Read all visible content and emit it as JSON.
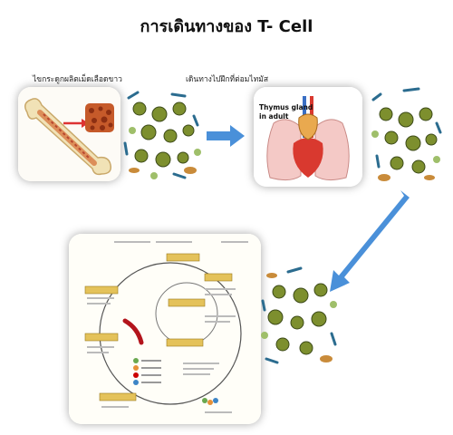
{
  "title": "การเดินทางของ T- Cell",
  "steps": [
    {
      "label": "ไขกระดูกผลิตเม็ดเลือดขาว"
    },
    {
      "label": "เดินทางไปฝึกที่ต่อมไทมัส"
    }
  ],
  "thymus": {
    "label_line1": "Thymus gland",
    "label_line2": "in adult"
  },
  "colors": {
    "arrow": "#4a90d9",
    "cell_green": "#7d8f2e",
    "cell_dark": "#3c4a18",
    "rod_blue": "#2b6c8f"
  },
  "icons": [
    "bone-marrow-image",
    "thymus-image",
    "blood-cells-cluster",
    "arrow-right-icon",
    "arrow-down-left-icon",
    "wound-healing-figure"
  ]
}
